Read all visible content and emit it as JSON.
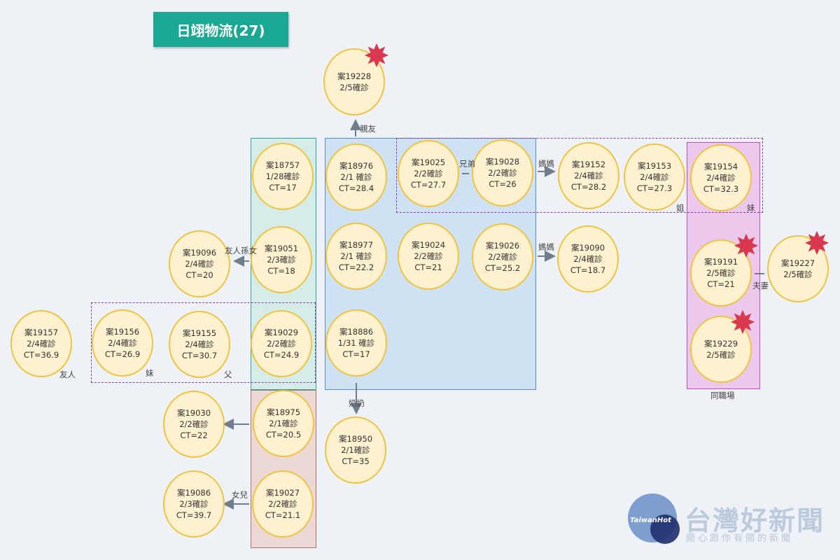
{
  "title": "日翊物流(27)",
  "group_labels": {
    "workplace": "同職場"
  },
  "nodes": {
    "n19228": [
      "案19228",
      "2/5確診",
      ""
    ],
    "n18757": [
      "案18757",
      "1/28確診",
      "CT=17"
    ],
    "n18976": [
      "案18976",
      "2/1 確診",
      "CT=28.4"
    ],
    "n19025": [
      "案19025",
      "2/2確診",
      "CT=27.7"
    ],
    "n19028": [
      "案19028",
      "2/2確診",
      "CT=26"
    ],
    "n19152": [
      "案19152",
      "2/4確診",
      "CT=28.2"
    ],
    "n19153": [
      "案19153",
      "2/4確診",
      "CT=27.3"
    ],
    "n19154": [
      "案19154",
      "2/4確診",
      "CT=32.3"
    ],
    "n19096": [
      "案19096",
      "2/4確診",
      "CT=20"
    ],
    "n19051": [
      "案19051",
      "2/3確診",
      "CT=18"
    ],
    "n18977": [
      "案18977",
      "2/1 確診",
      "CT=22.2"
    ],
    "n19024": [
      "案19024",
      "2/2確診",
      "CT=21"
    ],
    "n19026": [
      "案19026",
      "2/2確診",
      "CT=25.2"
    ],
    "n19090": [
      "案19090",
      "2/4確診",
      "CT=18.7"
    ],
    "n19191": [
      "案19191",
      "2/5確診",
      "CT=21"
    ],
    "n19227": [
      "案19227",
      "2/5確診",
      ""
    ],
    "n19157": [
      "案19157",
      "2/4確診",
      "CT=36.9"
    ],
    "n19156": [
      "案19156",
      "2/4確診",
      "CT=26.9"
    ],
    "n19155": [
      "案19155",
      "2/4確診",
      "CT=30.7"
    ],
    "n19029": [
      "案19029",
      "2/2確診",
      "CT=24.9"
    ],
    "n18886": [
      "案18886",
      "1/31 確診",
      "CT=17"
    ],
    "n19229": [
      "案19229",
      "2/5確診",
      ""
    ],
    "n19030": [
      "案19030",
      "2/2確診",
      "CT=22"
    ],
    "n18975": [
      "案18975",
      "2/1確診",
      "CT=20.5"
    ],
    "n18950": [
      "案18950",
      "2/1確診",
      "CT=35"
    ],
    "n19086": [
      "案19086",
      "2/3確診",
      "CT=39.7"
    ],
    "n19027": [
      "案19027",
      "2/2確診",
      "CT=21.1"
    ]
  },
  "relations": {
    "relatives": "親友",
    "brothers": "兄弟",
    "mom1": "媽媽",
    "mom2": "媽媽",
    "older_sister": "姐",
    "younger_sister1": "妹",
    "friend_grandson": "友人孫女",
    "spouse": "夫妻",
    "friend": "友人",
    "younger_sister2": "妹",
    "father": "父",
    "grandma": "奶奶",
    "daughter": "女兒"
  },
  "watermark": {
    "logo_text": "TaiwanHot",
    "name": "台灣好新聞",
    "slogan": "關心跟你有關的新聞"
  },
  "colors": {
    "title_bg": "#1aa895",
    "node_fill": "#fdf1cf",
    "node_border": "#efc441",
    "star": "#d9384f",
    "arrow": "#6f7d8c"
  }
}
